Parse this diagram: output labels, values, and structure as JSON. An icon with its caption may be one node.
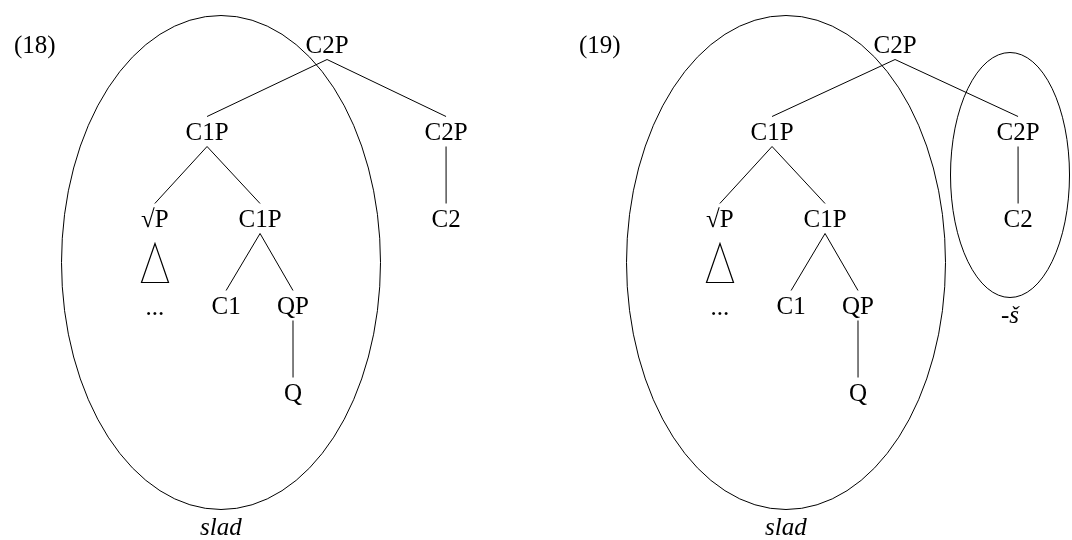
{
  "diagram": {
    "nodes": [
      {
        "text": [],
        "shape": "ellipse",
        "beside": [
          "slad"
        ]
      },
      {
        "text": [
          "C2P"
        ]
      },
      {
        "text": [
          "C1P"
        ],
        "in": 0
      },
      {
        "text": [
          "C2P"
        ]
      },
      {
        "text": [
          "√P"
        ],
        "in": 0
      },
      {
        "text": [
          "C1P"
        ],
        "in": 0
      },
      {
        "text": [
          "C2"
        ]
      },
      {
        "text": [],
        "shape": "triangle",
        "in": 0
      },
      {
        "text": [
          "..."
        ],
        "in": 0
      },
      {
        "text": [
          "C1"
        ],
        "in": 0
      },
      {
        "text": [
          "QP"
        ],
        "in": 0
      },
      {
        "text": [
          "Q"
        ],
        "in": 0
      },
      {
        "text": [],
        "shape": "ellipse",
        "beside": [
          "slad"
        ]
      },
      {
        "text": [
          "C2P"
        ]
      },
      {
        "text": [
          "C1P"
        ],
        "in": 12
      },
      {
        "text": [],
        "shape": "ellipse",
        "beside": [
          "-š"
        ]
      },
      {
        "text": [
          "C2P"
        ],
        "in": 15
      },
      {
        "text": [
          "√P"
        ],
        "in": 12
      },
      {
        "text": [
          "C1P"
        ],
        "in": 12
      },
      {
        "text": [
          "C2"
        ],
        "in": 15
      },
      {
        "text": [],
        "shape": "triangle",
        "in": 12
      },
      {
        "text": [
          "..."
        ],
        "in": 12
      },
      {
        "text": [
          "C1"
        ],
        "in": 12
      },
      {
        "text": [
          "QP"
        ],
        "in": 12
      },
      {
        "text": [
          "Q"
        ],
        "in": 12
      }
    ],
    "edges": [
      {
        "from": 1,
        "to": 2,
        "arrow": "none"
      },
      {
        "from": 1,
        "to": 3,
        "arrow": "none"
      },
      {
        "from": 2,
        "to": 4,
        "arrow": "none"
      },
      {
        "from": 2,
        "to": 5,
        "arrow": "none"
      },
      {
        "from": 3,
        "to": 6,
        "arrow": "none"
      },
      {
        "from": 5,
        "to": 9,
        "arrow": "none"
      },
      {
        "from": 5,
        "to": 10,
        "arrow": "none"
      },
      {
        "from": 10,
        "to": 11,
        "arrow": "none"
      },
      {
        "from": 13,
        "to": 14,
        "arrow": "none"
      },
      {
        "from": 13,
        "to": 16,
        "arrow": "none"
      },
      {
        "from": 14,
        "to": 17,
        "arrow": "none"
      },
      {
        "from": 14,
        "to": 18,
        "arrow": "none"
      },
      {
        "from": 16,
        "to": 19,
        "arrow": "none"
      },
      {
        "from": 18,
        "to": 22,
        "arrow": "none"
      },
      {
        "from": 18,
        "to": 23,
        "arrow": "none"
      },
      {
        "from": 23,
        "to": 24,
        "arrow": "none"
      }
    ],
    "labels": [
      "(18)",
      "(19)"
    ]
  }
}
